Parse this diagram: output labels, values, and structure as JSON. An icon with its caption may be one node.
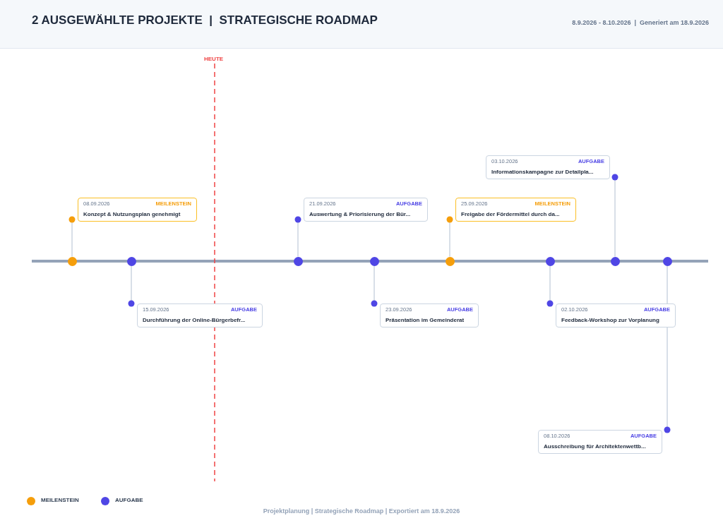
{
  "diagram": {
    "title": "2 AUSGEWÄHLTE PROJEKTE  |  STRATEGISCHE ROADMAP",
    "caption": "Projektplanung | Strategische Roadmap | Exportiert am 18.9.2026",
    "nodes": [
      {
        "text": [
          "08.09.2026",
          "MEILENSTEIN",
          "Konzept & Nutzungsplan genehmigt"
        ]
      },
      {
        "text": [
          "15.09.2026",
          "AUFGABE",
          "Durchführung der Online-Bürgerbefr..."
        ]
      },
      {
        "text": [
          "21.09.2026",
          "AUFGABE",
          "Auswertung & Priorisierung der Bür..."
        ]
      },
      {
        "text": [
          "23.09.2026",
          "AUFGABE",
          "Präsentation im Gemeinderat"
        ]
      },
      {
        "text": [
          "25.09.2026",
          "MEILENSTEIN",
          "Freigabe der Fördermittel durch da..."
        ]
      },
      {
        "text": [
          "02.10.2026",
          "AUFGABE",
          "Feedback-Workshop zur Vorplanung"
        ]
      },
      {
        "text": [
          "03.10.2026",
          "AUFGABE",
          "Informationskampagne zur Detailpla..."
        ]
      },
      {
        "text": [
          "08.10.2026",
          "AUFGABE",
          "Ausschreibung für Architektenwettb..."
        ]
      },
      {
        "text": [],
        "shape": "circle"
      },
      {
        "text": [],
        "shape": "circle"
      },
      {
        "text": [],
        "shape": "circle"
      },
      {
        "text": [],
        "shape": "circle"
      },
      {
        "text": [],
        "shape": "circle"
      },
      {
        "text": [],
        "shape": "circle"
      },
      {
        "text": [],
        "shape": "circle"
      },
      {
        "text": [],
        "shape": "circle"
      }
    ],
    "edges": [
      {
        "from": 0,
        "to": 8,
        "arrow": "other"
      },
      {
        "from": 1,
        "to": 9,
        "arrow": "other"
      },
      {
        "from": 2,
        "to": 10,
        "arrow": "other"
      },
      {
        "from": 3,
        "to": 11,
        "arrow": "other"
      },
      {
        "from": 4,
        "to": 12,
        "arrow": "other"
      },
      {
        "from": 5,
        "to": 13,
        "arrow": "other"
      },
      {
        "from": 6,
        "to": 14,
        "arrow": "other"
      },
      {
        "from": 7,
        "to": 15,
        "arrow": "other"
      }
    ],
    "labels": [
      "8.9.2026 - 8.10.2026  |  Generiert am 18.9.2026",
      "HEUTE"
    ],
    "legend": [
      {
        "text": "MEILENSTEIN",
        "color": "#f59e0b"
      },
      {
        "text": "AUFGABE",
        "color": "#4f46e5"
      }
    ]
  }
}
